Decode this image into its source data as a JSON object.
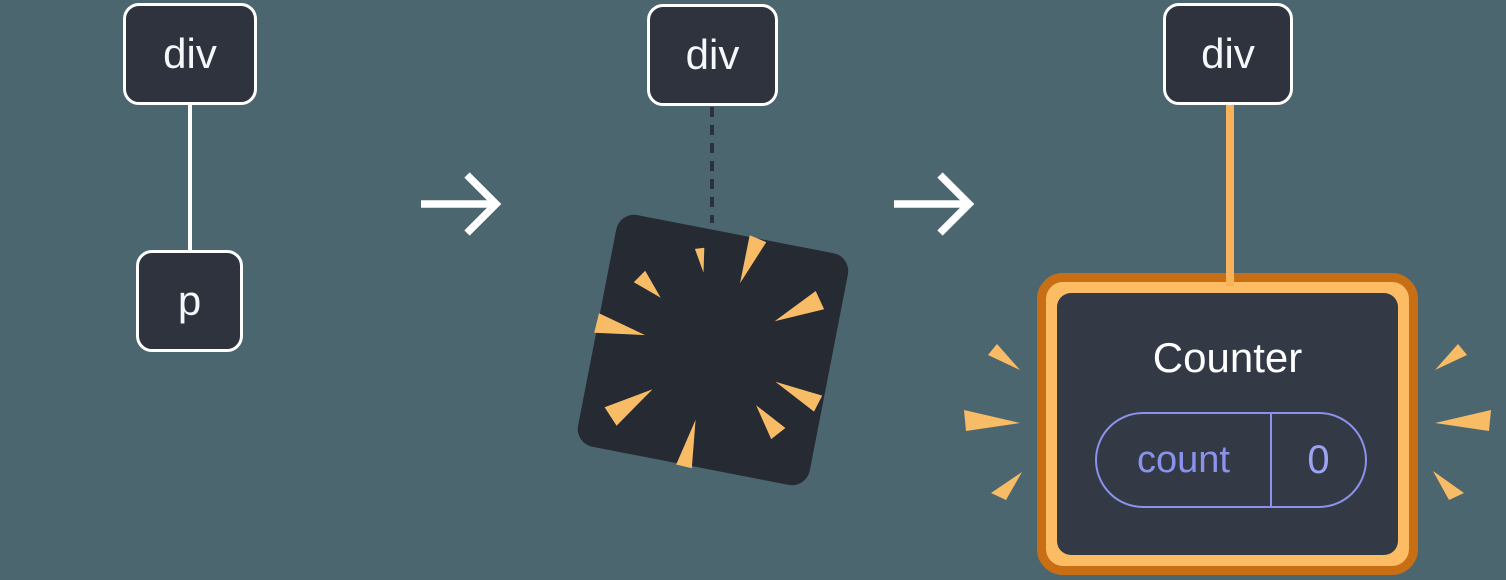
{
  "figure": {
    "stage1": {
      "parent": "div",
      "child": "p"
    },
    "stage2": {
      "parent": "div"
    },
    "stage3": {
      "parent": "div",
      "component": {
        "title": "Counter",
        "state": {
          "key": "count",
          "value": "0"
        }
      }
    }
  },
  "colors": {
    "background": "#4C6670",
    "node_fill": "#2E333E",
    "node_border": "#FFFFFF",
    "square_fill": "#252A33",
    "spark_orange": "#F9BC66",
    "connector_white": "#FFFFFF",
    "connector_orange": "#F6B35A",
    "connector_dashed": "#2B313B",
    "component_border_dark": "#C86F15",
    "component_border_light": "#FBBC64",
    "component_fill": "#333A46",
    "state_accent": "#8A92EC",
    "arrow": "#FFFFFF"
  },
  "icons": {
    "arrow1": "arrow-right-icon",
    "arrow2": "arrow-right-icon",
    "burst": "explosion-burst-icon",
    "sparks": "highlight-spark-icon"
  }
}
